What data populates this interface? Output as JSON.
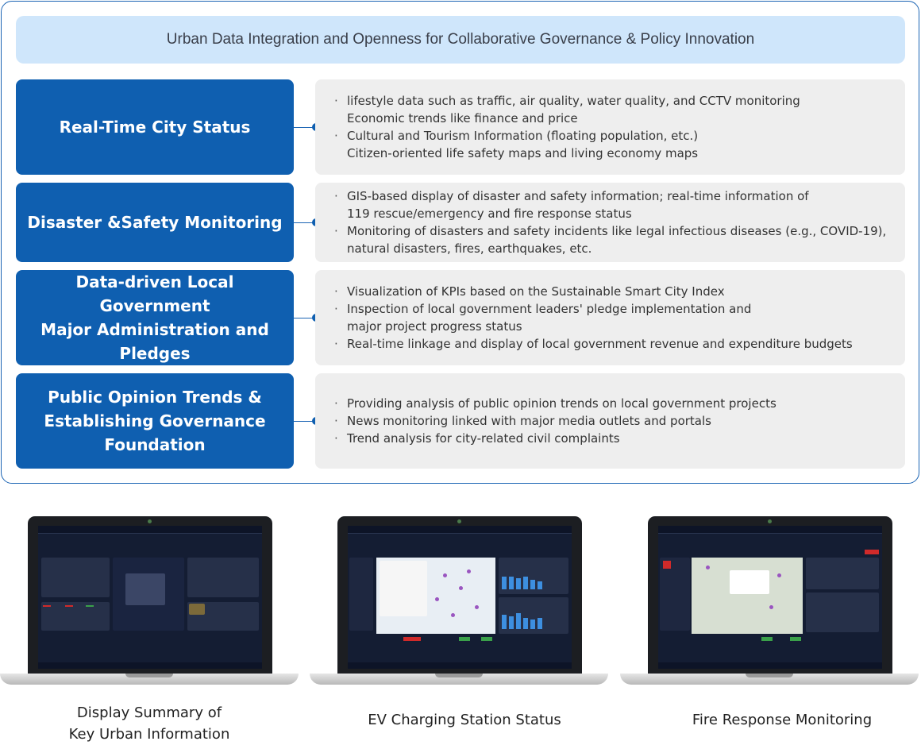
{
  "banner": {
    "title": "Urban Data Integration and Openness for Collaborative Governance & Policy Innovation"
  },
  "rows": [
    {
      "title": "Real-Time City Status",
      "items": [
        "lifestyle data such as traffic, air quality, water quality, and CCTV monitoring\nEconomic trends like finance and price",
        "Cultural and Tourism Information (floating population, etc.)\nCitizen-oriented life safety maps and living economy maps"
      ]
    },
    {
      "title": "Disaster &Safety Monitoring",
      "items": [
        "GIS-based display of disaster and safety information; real-time information of\n119 rescue/emergency and fire response status",
        "Monitoring of disasters and safety incidents like legal infectious diseases (e.g., COVID-19),\nnatural disasters, fires, earthquakes, etc."
      ]
    },
    {
      "title": "Data-driven Local Government\nMajor Administration and\nPledges",
      "items": [
        "Visualization of KPIs based on the Sustainable Smart City Index",
        "Inspection of local government leaders' pledge implementation and\nmajor project progress status",
        "Real-time linkage and display of local government revenue and expenditure budgets"
      ]
    },
    {
      "title": "Public Opinion Trends &\nEstablishing Governance\nFoundation",
      "items": [
        "Providing analysis of public opinion trends on local government projects",
        "News monitoring linked with major media outlets and portals",
        "Trend analysis for city-related civil complaints"
      ]
    }
  ],
  "laptops": [
    {
      "caption": "Display Summary of\nKey Urban Information"
    },
    {
      "caption": "EV Charging Station Status"
    },
    {
      "caption": "Fire Response Monitoring"
    }
  ],
  "colors": {
    "accent": "#0f5fb0",
    "banner_bg": "#cfe6fb",
    "desc_bg": "#eeeeee"
  }
}
